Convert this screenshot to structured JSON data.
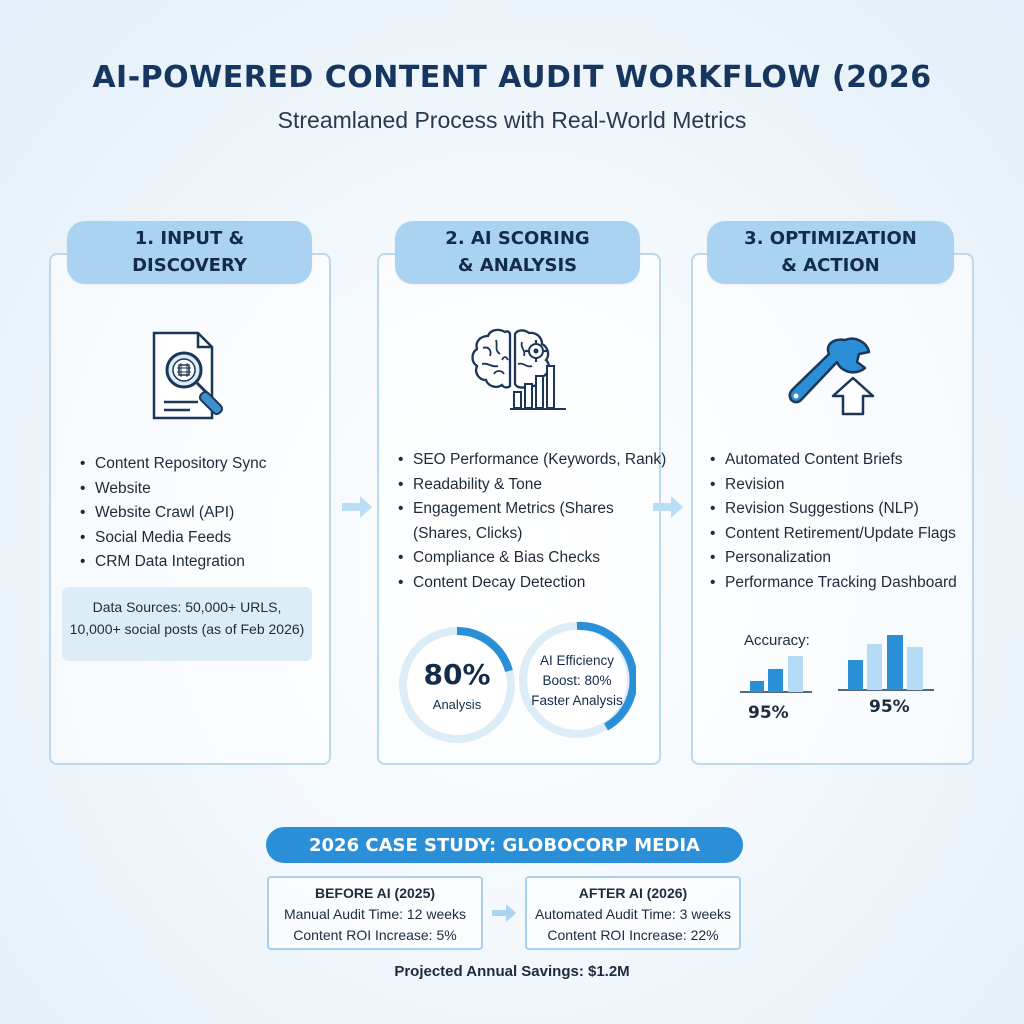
{
  "header": {
    "title": "AI-POWERED CONTENT AUDIT WORKFLOW (2026",
    "subtitle": "Streamlaned Process with Real-World Metrics"
  },
  "steps": [
    {
      "title": "1. INPUT &\nDISCOVERY",
      "icon": "document-search-icon",
      "bullets": [
        "Content Repository Sync",
        "Website",
        "Website Crawl (API)",
        "Social Media Feeds",
        "CRM Data Integration"
      ],
      "note_line1": "Data Sources: 50,000+ URLS,",
      "note_line2": "10,000+ social posts (as of Feb 2026)"
    },
    {
      "title": "2. AI SCORING\n& ANALYSIS",
      "icon": "brain-chart-icon",
      "bullets": [
        "SEO Performance (Keywords, Rank)",
        "Readability & Tone",
        "Engagement Metrics (Shares",
        "(Shares, Clicks)",
        "Compliance & Bias Checks",
        "Content Decay Detection"
      ],
      "metric1_value": "80%",
      "metric1_label": "Analysis",
      "metric2_line1": "AI Efficiency",
      "metric2_line2": "Boost: 80%",
      "metric2_line3": "Faster Analysis"
    },
    {
      "title": "3. OPTIMIZATION\n& ACTION",
      "icon": "wrench-upload-icon",
      "bullets": [
        "Automated Content Briefs",
        "Revision",
        "Revision Suggestions (NLP)",
        "Content Retirement/Update Flags",
        "Personalization",
        "Performance Tracking Dashboard"
      ],
      "accuracy_label": "Accuracy:",
      "accuracy1": "95%",
      "accuracy2": "95%"
    }
  ],
  "case_study": {
    "banner": "2026 CASE STUDY: GLOBOCORP MEDIA",
    "before": {
      "heading": "BEFORE AI (2025)",
      "line1": "Manual Audit Time: 12 weeks",
      "line2": "Content ROI Increase: 5%"
    },
    "after": {
      "heading": "AFTER AI (2026)",
      "line1": "Automated Audit Time: 3 weeks",
      "line2": "Content ROI Increase: 22%"
    },
    "savings": "Projected Annual Savings: $1.2M"
  },
  "colors": {
    "accent": "#2b8fd8",
    "pill": "#a9d3f1",
    "title": "#17365f",
    "bar_dark": "#2b8fd8",
    "bar_light": "#b5dbf5"
  }
}
